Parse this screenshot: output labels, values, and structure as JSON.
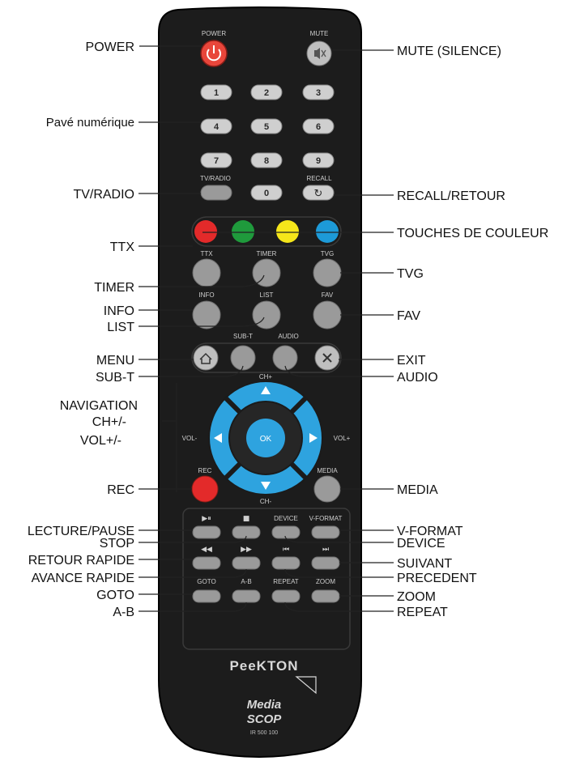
{
  "remote": {
    "labels": {
      "power": "POWER",
      "mute": "MUTE",
      "tv_radio": "TV/RADIO",
      "recall": "RECALL",
      "ttx": "TTX",
      "timer": "TIMER",
      "tvg": "TVG",
      "info": "INFO",
      "list": "LIST",
      "fav": "FAV",
      "sub_t": "SUB-T",
      "audio": "AUDIO",
      "ch_plus": "CH+",
      "ch_minus": "CH-",
      "vol_minus": "VOL-",
      "vol_plus": "VOL+",
      "ok": "OK",
      "rec": "REC",
      "media": "MEDIA",
      "device": "DEVICE",
      "v_format": "V-FORMAT",
      "goto": "GOTO",
      "a_b": "A-B",
      "repeat": "REPEAT",
      "zoom": "ZOOM"
    },
    "number_keys": [
      "1",
      "2",
      "3",
      "4",
      "5",
      "6",
      "7",
      "8",
      "9",
      "0"
    ],
    "brand": "PeeKTON",
    "logo_line1": "Media",
    "logo_line2": "SCOP",
    "model": "IR 500 100"
  },
  "callouts": {
    "power": "POWER",
    "mute": "MUTE (SILENCE)",
    "numeric": "Pavé numérique",
    "tv_radio": "TV/RADIO",
    "recall": "RECALL/RETOUR",
    "color_keys": "TOUCHES DE COULEUR",
    "ttx": "TTX",
    "timer": "TIMER",
    "tvg": "TVG",
    "info": "INFO",
    "list": "LIST",
    "fav": "FAV",
    "menu": "MENU",
    "sub_t": "SUB-T",
    "exit": "EXIT",
    "audio": "AUDIO",
    "navigation_1": "NAVIGATION",
    "navigation_2": "CH+/-",
    "navigation_3": "VOL+/-",
    "rec": "REC",
    "media": "MEDIA",
    "play_pause": "LECTURE/PAUSE",
    "stop": "STOP",
    "rewind": "RETOUR RAPIDE",
    "fast_forward": "AVANCE RAPIDE",
    "goto": "GOTO",
    "a_b": "A-B",
    "v_format": "V-FORMAT",
    "device": "DEVICE",
    "next": "SUIVANT",
    "previous": "PRECEDENT",
    "zoom": "ZOOM",
    "repeat": "REPEAT"
  },
  "colors": {
    "body": "#1c1c1c",
    "red": "#e32a2a",
    "green": "#1f9a3c",
    "yellow": "#f5e61a",
    "blue": "#1d9ad8",
    "nav_ring": "#2ea3df",
    "power": "#e8463b",
    "gray": "#9a9a9a"
  },
  "icons": [
    "power-icon",
    "mute-icon",
    "recall-icon",
    "home-icon",
    "close-icon",
    "play-pause-icon",
    "stop-icon",
    "rewind-icon",
    "fast-forward-icon",
    "previous-icon",
    "next-icon"
  ]
}
